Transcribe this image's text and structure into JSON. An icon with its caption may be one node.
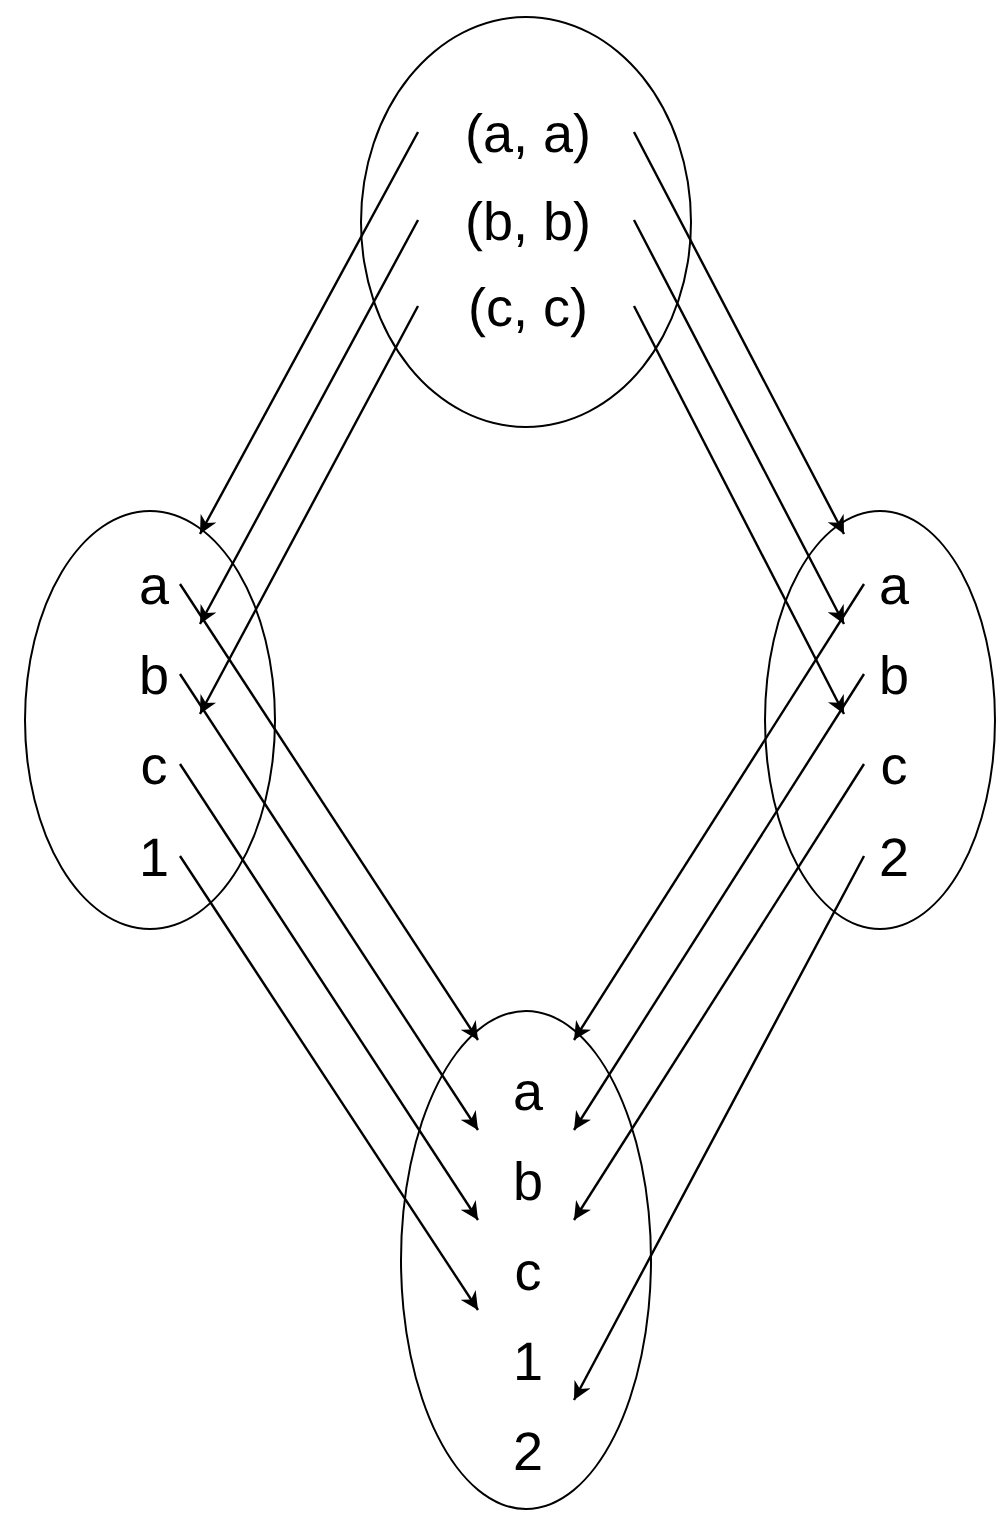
{
  "diagram": {
    "nodes": [
      {
        "text": [],
        "shape": "ellipse"
      },
      {
        "text": [
          "(a, a)"
        ],
        "in": 0
      },
      {
        "text": [
          "(b, b)"
        ],
        "in": 0
      },
      {
        "text": [
          "(c, c)"
        ],
        "in": 0
      },
      {
        "text": [],
        "shape": "ellipse"
      },
      {
        "text": [
          "a"
        ],
        "in": 4
      },
      {
        "text": [
          "b"
        ],
        "in": 4
      },
      {
        "text": [
          "c"
        ],
        "in": 4
      },
      {
        "text": [
          "1"
        ],
        "in": 4
      },
      {
        "text": [],
        "shape": "ellipse"
      },
      {
        "text": [
          "a"
        ],
        "in": 9
      },
      {
        "text": [
          "b"
        ],
        "in": 9
      },
      {
        "text": [
          "c"
        ],
        "in": 9
      },
      {
        "text": [
          "2"
        ],
        "in": 9
      },
      {
        "text": [],
        "shape": "ellipse"
      },
      {
        "text": [
          "a"
        ],
        "in": 14
      },
      {
        "text": [
          "b"
        ],
        "in": 14
      },
      {
        "text": [
          "c"
        ],
        "in": 14
      },
      {
        "text": [
          "1"
        ],
        "in": 14
      },
      {
        "text": [
          "2"
        ],
        "in": 14
      }
    ],
    "edges": [
      {
        "from": 1,
        "to": 5,
        "arrow": "to"
      },
      {
        "from": 2,
        "to": 6,
        "arrow": "to"
      },
      {
        "from": 3,
        "to": 7,
        "arrow": "to"
      },
      {
        "from": 1,
        "to": 10,
        "arrow": "to"
      },
      {
        "from": 2,
        "to": 11,
        "arrow": "to"
      },
      {
        "from": 3,
        "to": 12,
        "arrow": "to"
      },
      {
        "from": 5,
        "to": 15,
        "arrow": "to"
      },
      {
        "from": 6,
        "to": 16,
        "arrow": "to"
      },
      {
        "from": 7,
        "to": 17,
        "arrow": "to"
      },
      {
        "from": 8,
        "to": 18,
        "arrow": "to"
      },
      {
        "from": 10,
        "to": 15,
        "arrow": "to"
      },
      {
        "from": 11,
        "to": 16,
        "arrow": "to"
      },
      {
        "from": 12,
        "to": 17,
        "arrow": "to"
      },
      {
        "from": 13,
        "to": 19,
        "arrow": "to"
      }
    ]
  }
}
